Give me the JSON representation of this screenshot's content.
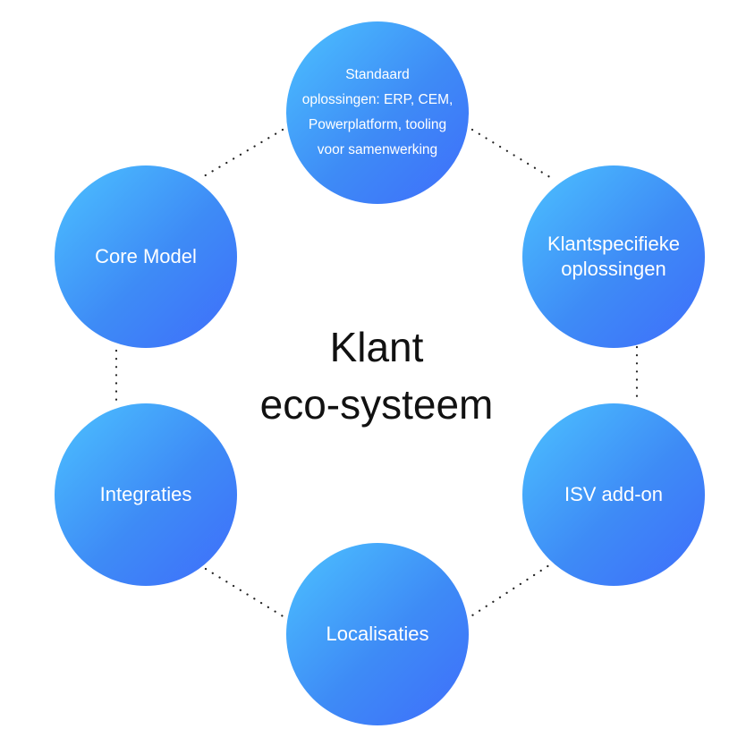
{
  "title_lines": [
    "Klant",
    "eco-systeem"
  ],
  "nodes": {
    "top": "Standaard\noplossingen: ERP, CEM,\nPowerplatform, tooling\nvoor samenwerking",
    "core_model": "Core Model",
    "klantspecifieke": "Klantspecifieke\noplossingen",
    "integraties": "Integraties",
    "isv": "ISV add-on",
    "localisaties": "Localisaties"
  },
  "colors": {
    "node_gradient_start": "#4cc2ff",
    "node_gradient_end": "#3f6dfb",
    "title": "#111111",
    "connector": "#222222"
  }
}
